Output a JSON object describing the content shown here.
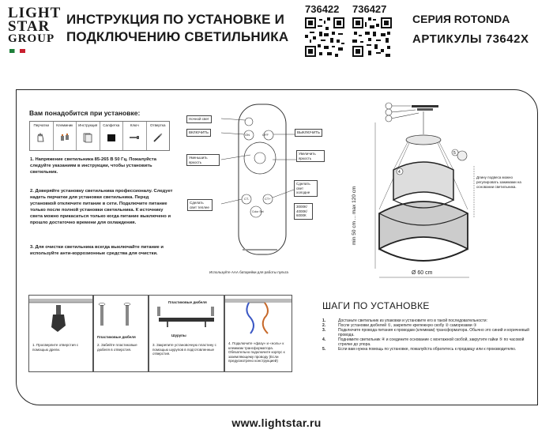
{
  "logo": {
    "line1": "LIGHT",
    "line2": "STAR",
    "line3": "GROUP"
  },
  "header": {
    "title_line1": "ИНСТРУКЦИЯ ПО УСТАНОВКЕ И",
    "title_line2": "ПОДКЛЮЧЕНИЮ СВЕТИЛЬНИКА",
    "article_a": "736422",
    "article_b": "736427",
    "series": "СЕРИЯ ROTONDA",
    "articles": "АРТИКУЛЫ 73642X"
  },
  "requirements": {
    "title": "Вам понадобится при установке:",
    "tools": [
      "Перчатки",
      "Клеммник",
      "Инструкция",
      "Салфетка",
      "Ключ",
      "Отвертка"
    ]
  },
  "paragraphs": [
    "1. Напряжение светильника 85-265 В 50 Гц. Пожалуйста следуйте указаниям в инструкции, чтобы установить светильник.",
    "2. Доверяйте установку светильника профессионалу. Следует надеть перчатки для установки светильника. Перед установкой отключите питание в сети. Подключите питание только после полной установки светильника. К источнику света можно прикасаться только когда питание выключено и прошло достаточно времени для охлаждения.",
    "3. Для очистки светильника всегда выключайте питание и используйте анти-коррозионные средства для очистки."
  ],
  "remote": {
    "night": "Ночной свет",
    "on": "ВКЛЮЧИТЬ",
    "off": "ВЫКЛЮЧИТЬ",
    "dim": "Уменьшить яркость",
    "bright": "Увеличить яркость",
    "cold": "Сделать свет холодне",
    "warm": "Сделать свет теплее",
    "cct": "3000К/ 4000К/ 6000К",
    "btn_on": "ON",
    "btn_off": "OFF",
    "btn_ct_minus": "CT-",
    "btn_ct_plus": "CT+",
    "btn_mode": "Color Set",
    "battery_note": "Используйте ААА батарейки для работы пульта"
  },
  "dimensions": {
    "height": "min 50 cm ... max 120 cm",
    "width": "Ø 60 cm",
    "note": "Длину подвеса можно регулировать зажимами на основании светильника."
  },
  "install_panels": [
    {
      "caption": "1. Просверлите отверстия с помощью дрели."
    },
    {
      "label": "Пластиковые дюбеля",
      "caption": "2. Забейте пластиковые дюбеля в отверстия."
    },
    {
      "label_top": "Пластиковые дюбеля",
      "label_bottom": "Шурупы",
      "caption": "3. Закрепите установочную пластину с помощью шурупов в подготовленные отверстия."
    },
    {
      "caption": "4. Подключите «фазу» и «ноль» к клеммам трансформатора. Обязательно подключите корпус к заземляющему проводу (Если предусмотрено конструкцией)"
    }
  ],
  "steps_title": "ШАГИ ПО УСТАНОВКЕ",
  "steps": [
    {
      "n": "1.",
      "t": "Достаньте светильник из упаковки и установите его в такой последовательности:"
    },
    {
      "n": "2.",
      "t": "После установки дюбелей ①, закрепите крепежную скобу ② саморезами ③"
    },
    {
      "n": "3.",
      "t": "Подключите провода питания к проводам (клеммам) трансформатора. Обычно это синий и коричневый провода."
    },
    {
      "n": "4.",
      "t": "Поднимите светильник ④ и соедините основание с монтажной скобой, закрутите гайки ⑤ по часовой стрелке до упора."
    },
    {
      "n": "5.",
      "t": "Если вам нужна помощь по установке, пожалуйста обратитесь к продавцу или к производителю."
    }
  ],
  "footer": {
    "site": "www.lightstar.ru"
  }
}
